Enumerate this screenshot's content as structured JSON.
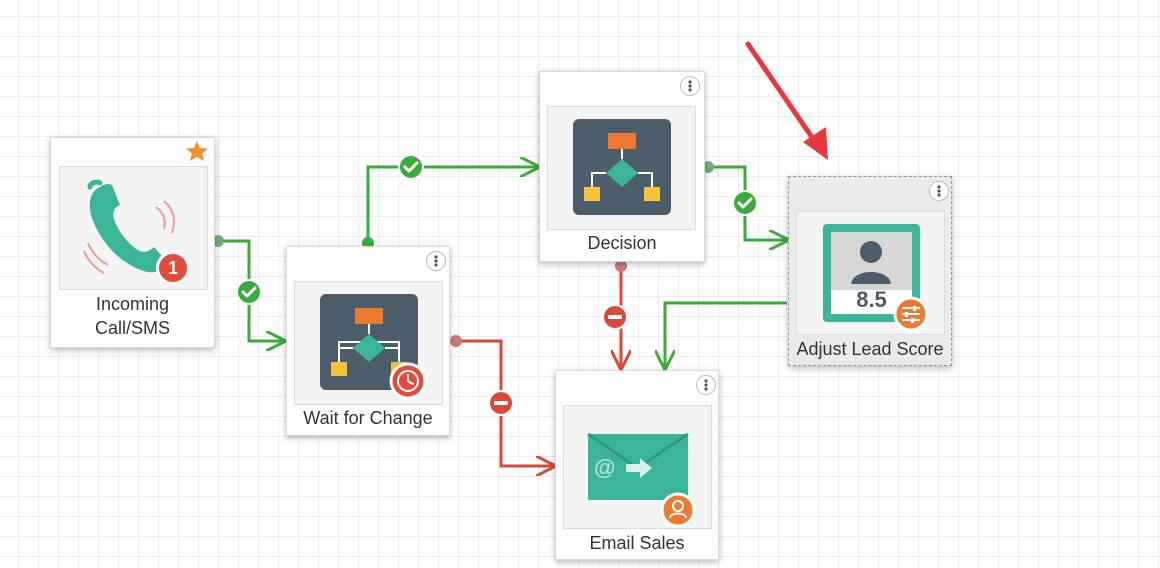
{
  "nodes": {
    "incoming": {
      "label": "Incoming Call/SMS",
      "badge": "1"
    },
    "wait": {
      "label": "Wait for Change"
    },
    "decision": {
      "label": "Decision"
    },
    "adjust": {
      "label": "Adjust Lead Score",
      "score": "8.5"
    },
    "email": {
      "label": "Email Sales",
      "envelope_symbol": "@"
    }
  },
  "icons": {
    "star": "star-icon",
    "menu": "more-vertical-icon",
    "yes": "check-circle-icon",
    "no": "minus-circle-icon",
    "clock": "clock-icon",
    "settings": "sliders-icon",
    "contact": "person-icon"
  },
  "colors": {
    "yes_path": "#3bab3b",
    "no_path": "#d9493a",
    "callout_arrow": "#e8383d",
    "node_teal": "#3bb59a",
    "node_slate": "#4b5c6b",
    "accent_orange": "#ec7b2f",
    "badge_red": "#e44b3a"
  }
}
